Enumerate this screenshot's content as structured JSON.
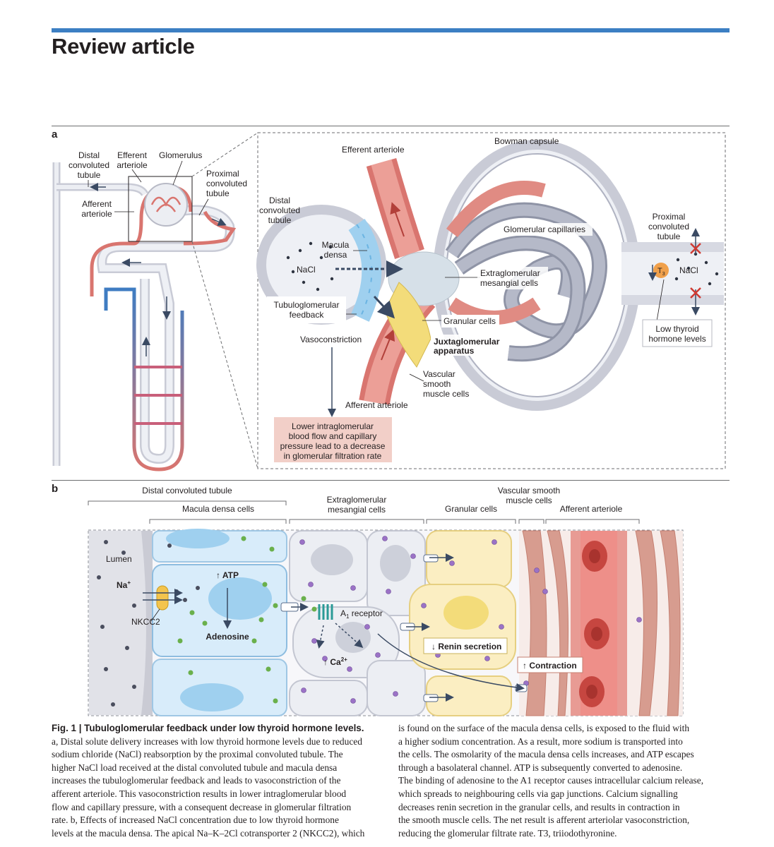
{
  "header": {
    "title": "Review article"
  },
  "panel_a": {
    "letter": "a",
    "nephron_labels": {
      "distal": [
        "Distal",
        "convoluted",
        "tubule"
      ],
      "efferent": [
        "Efferent",
        "arteriole"
      ],
      "glomerulus": "Glomerulus",
      "proximal": [
        "Proximal",
        "convoluted",
        "tubule"
      ],
      "afferent": [
        "Afferent",
        "arteriole"
      ]
    },
    "zoom_labels": {
      "efferent_arteriole": "Efferent arteriole",
      "bowman_capsule": "Bowman capsule",
      "distal_tubule": [
        "Distal",
        "convoluted",
        "tubule"
      ],
      "macula_densa": [
        "Macula",
        "densa"
      ],
      "nacl_left": "NaCl",
      "glomerular_capillaries": "Glomerular capillaries",
      "proximal_tubule": [
        "Proximal",
        "convoluted",
        "tubule"
      ],
      "t3": "T",
      "t3_sub": "3",
      "nacl_right": "NaCl",
      "extraglomerular": [
        "Extraglomerular",
        "mesangial cells"
      ],
      "tubuloglomerular": [
        "Tubuloglomerular",
        "feedback"
      ],
      "granular_cells": "Granular cells",
      "vasoconstriction": "Vasoconstriction",
      "juxtaglomerular": [
        "Juxtaglomerular",
        "apparatus"
      ],
      "low_thyroid": [
        "Low thyroid",
        "hormone levels"
      ],
      "vascular_smooth": [
        "Vascular",
        "smooth",
        "muscle cells"
      ],
      "afferent_arteriole": "Afferent arteriole",
      "result_box": [
        "Lower intraglomerular",
        "blood flow and capillary",
        "pressure lead to a decrease",
        "in glomerular filtration rate"
      ]
    }
  },
  "panel_b": {
    "letter": "b",
    "headers": {
      "distal_tubule": "Distal convoluted tubule",
      "macula_densa_cells": "Macula densa cells",
      "extraglomerular": [
        "Extraglomerular",
        "mesangial cells"
      ],
      "granular_cells": "Granular cells",
      "vascular_smooth": [
        "Vascular smooth",
        "muscle cells"
      ],
      "afferent_arteriole": "Afferent arteriole"
    },
    "labels": {
      "lumen": "Lumen",
      "na": "Na",
      "na_sup": "+",
      "nkcc2": "NKCC2",
      "atp": "↑ ATP",
      "adenosine": "Adenosine",
      "a1_receptor": "A",
      "a1_sub": "1",
      "a1_rest": " receptor",
      "ca": "↑ Ca",
      "ca_sup": "2+",
      "renin": "↓ Renin secretion",
      "contraction": "↑ Contraction"
    }
  },
  "caption": {
    "fig_label": "Fig. 1 | Tubuloglomerular feedback under low thyroid hormone levels.",
    "left_lines": [
      "a, Distal solute delivery increases with low thyroid hormone levels due to reduced",
      "sodium chloride (NaCl) reabsorption by the proximal convoluted tubule. The",
      "higher NaCl load received at the distal convoluted tubule and macula densa",
      "increases the tubuloglomerular feedback and leads to vasoconstriction of the",
      "afferent arteriole. This vasoconstriction results in lower intraglomerular blood",
      "flow and capillary pressure, with a consequent decrease in glomerular filtration",
      "rate. b, Effects of increased NaCl concentration due to low thyroid hormone",
      "levels at the macula densa. The apical Na–K–2Cl cotransporter 2 (NKCC2), which"
    ],
    "right_lines": [
      "is found on the surface of the macula densa cells, is exposed to the fluid with",
      "a higher sodium concentration. As a result, more sodium is transported into",
      "the cells. The osmolarity of the macula densa cells increases, and ATP escapes",
      "through a basolateral channel. ATP is subsequently converted to adenosine.",
      "The binding of adenosine to the A1 receptor causes intracellular calcium release,",
      "which spreads to neighbouring cells via gap junctions. Calcium signalling",
      "decreases renin secretion in the granular cells, and results in contraction in",
      "the smooth muscle cells. The net result is afferent arteriolar vasoconstriction,",
      "reducing the glomerular filtrate rate. T3, triiodothyronine."
    ]
  },
  "colors": {
    "accent": "#3c7fc3",
    "arteriole": "#d9756f",
    "tubule": "#c9cbd6",
    "macula": "#9fd0ef",
    "granular": "#f3dc7a",
    "result_box": "#f2cfc8"
  }
}
